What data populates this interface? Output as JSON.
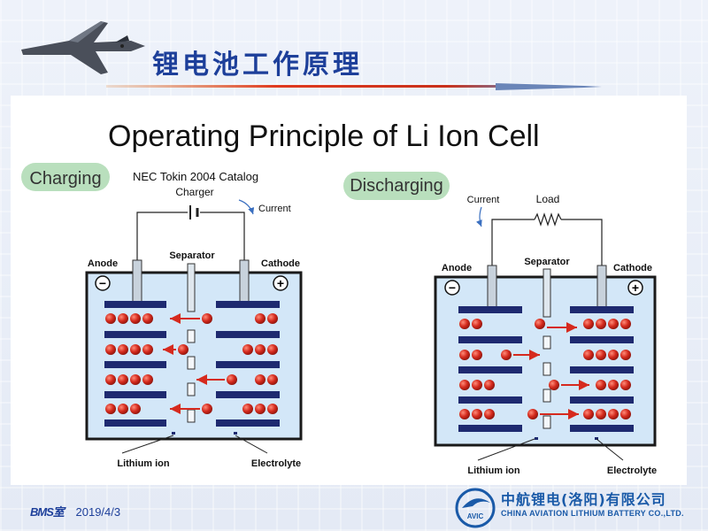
{
  "slide": {
    "title": "锂电池工作原理",
    "footer": {
      "brand": "BMS室",
      "date": "2019/4/3"
    },
    "company": {
      "name_cn": "中航锂电(洛阳)有限公司",
      "name_en": "CHINA AVIATION LITHIUM BATTERY CO.,LTD.",
      "logo_text": "AVIC"
    }
  },
  "diagram": {
    "heading": "Operating Principle of Li Ion Cell",
    "source": "NEC Tokin 2004 Catalog",
    "charging": {
      "tag": "Charging",
      "source_label": "Charger",
      "current": "Current",
      "anode": "Anode",
      "separator": "Separator",
      "cathode": "Cathode",
      "minus": "−",
      "plus": "+",
      "ion": "Lithium ion",
      "electrolyte": "Electrolyte"
    },
    "discharging": {
      "tag": "Discharging",
      "load_label": "Load",
      "current": "Current",
      "anode": "Anode",
      "separator": "Separator",
      "cathode": "Cathode",
      "minus": "−",
      "plus": "+",
      "ion": "Lithium ion",
      "electrolyte": "Electrolyte"
    }
  },
  "colors": {
    "title_blue": "#1d3f9a",
    "electrolyte": "#d3e7f8",
    "ion_red": "#d42a1d",
    "plate": "#1e2a70",
    "tag_green": "#b9dfbd"
  }
}
